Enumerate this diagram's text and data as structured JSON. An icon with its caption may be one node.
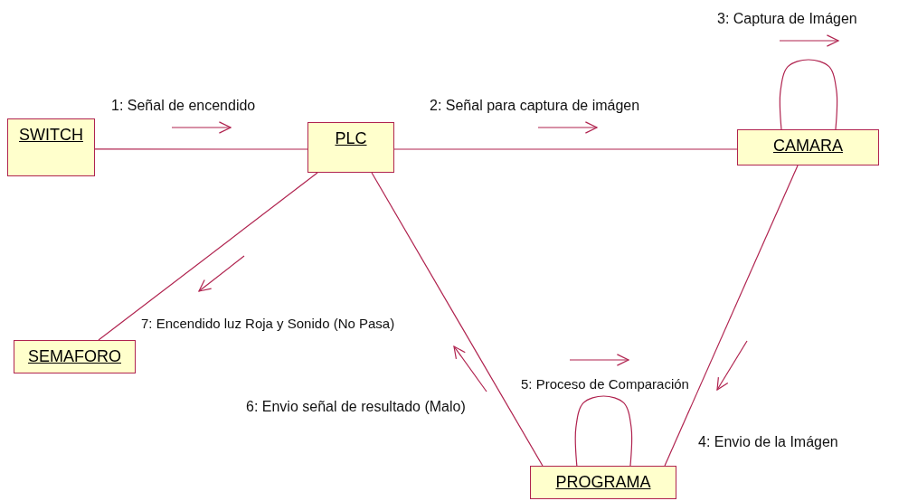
{
  "diagram": {
    "nodes": [
      {
        "text": [
          "SWITCH"
        ]
      },
      {
        "text": [
          "PLC"
        ]
      },
      {
        "text": [
          "CAMARA"
        ]
      },
      {
        "text": [
          "SEMAFORO"
        ]
      },
      {
        "text": [
          "PROGRAMA"
        ]
      }
    ],
    "edges": [
      {
        "from": 0,
        "to": 1,
        "arrow": "none",
        "label": "1: Señal de encendido"
      },
      {
        "from": 1,
        "to": 2,
        "arrow": "none",
        "label": "2: Señal para captura de imágen"
      },
      {
        "from": 2,
        "to": 2,
        "arrow": "none",
        "label": "3: Captura de Imágen"
      },
      {
        "from": 2,
        "to": 4,
        "arrow": "none",
        "label": "4: Envio de la Imágen"
      },
      {
        "from": 4,
        "to": 4,
        "arrow": "none",
        "label": "5: Proceso de Comparación"
      },
      {
        "from": 1,
        "to": 4,
        "arrow": "none",
        "label": "6: Envio señal de resultado (Malo)"
      },
      {
        "from": 1,
        "to": 3,
        "arrow": "none",
        "label": "7: Encendido luz Roja y Sonido (No Pasa)"
      }
    ]
  }
}
